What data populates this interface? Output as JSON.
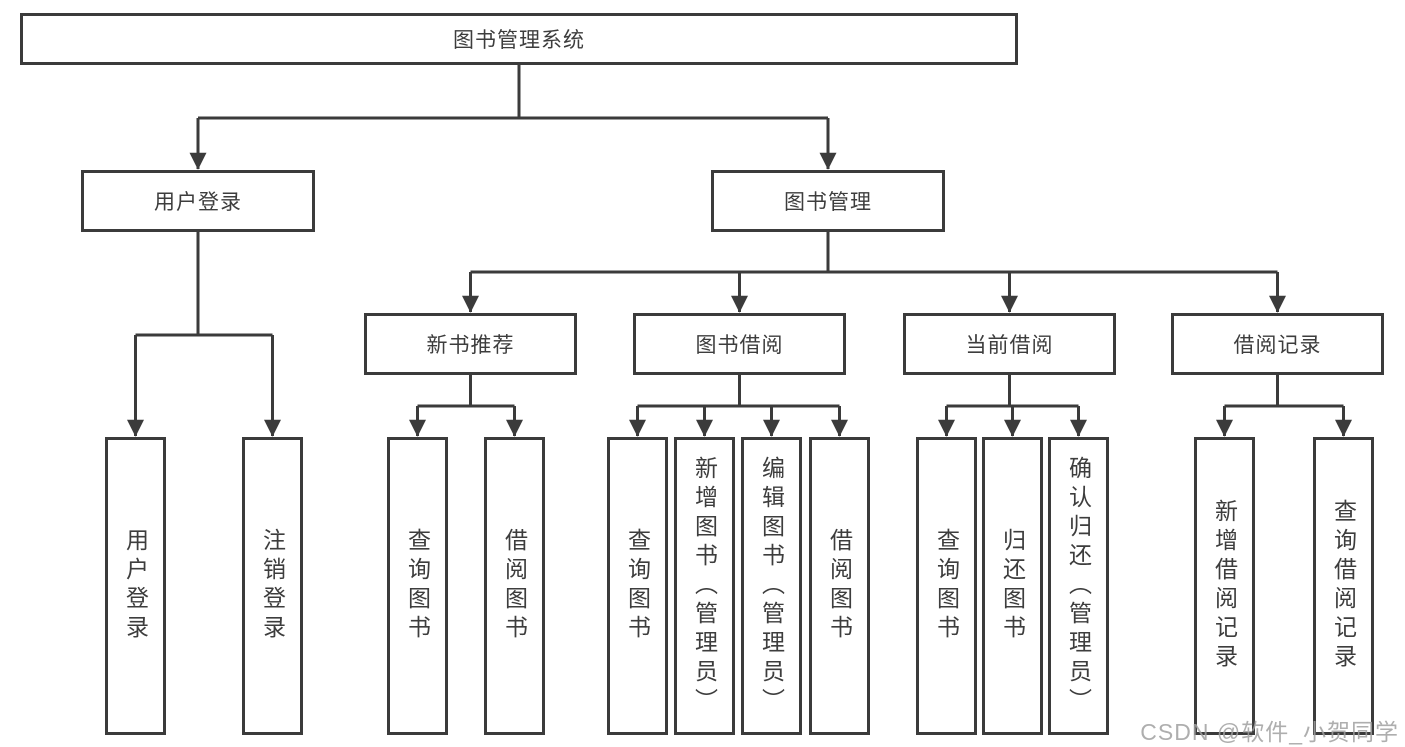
{
  "tree": {
    "root": {
      "label": "图书管理系统"
    },
    "children": [
      {
        "label": "用户登录",
        "children": [
          {
            "label": "用户登录"
          },
          {
            "label": "注销登录"
          }
        ]
      },
      {
        "label": "图书管理",
        "children": [
          {
            "label": "新书推荐",
            "children": [
              {
                "label": "查询图书"
              },
              {
                "label": "借阅图书"
              }
            ]
          },
          {
            "label": "图书借阅",
            "children": [
              {
                "label": "查询图书"
              },
              {
                "label": "新增图书（管理员）"
              },
              {
                "label": "编辑图书（管理员）"
              },
              {
                "label": "借阅图书"
              }
            ]
          },
          {
            "label": "当前借阅",
            "children": [
              {
                "label": "查询图书"
              },
              {
                "label": "归还图书"
              },
              {
                "label": "确认归还（管理员）"
              }
            ]
          },
          {
            "label": "借阅记录",
            "children": [
              {
                "label": "新增借阅记录"
              },
              {
                "label": "查询借阅记录"
              }
            ]
          }
        ]
      }
    ]
  },
  "watermark": "CSDN @软件_小贺同学",
  "colors": {
    "line": "#3b3b3b",
    "text": "#3d3d3d",
    "background": "#ffffff",
    "watermark": "#a0a0a0"
  }
}
